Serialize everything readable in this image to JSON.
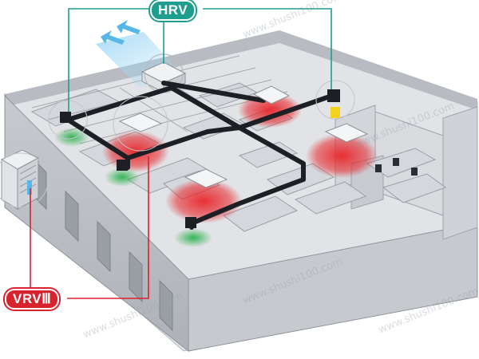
{
  "labels": {
    "hrv": "HRV",
    "vrv": "VRVⅢ"
  },
  "watermarks": [
    "www.shushi100.com",
    "www.shushi100.com",
    "www.shushi100.com",
    "www.shushi100.com",
    "www.shushi100.com"
  ],
  "colors": {
    "hrv_accent": "#1f9e8d",
    "vrv_accent": "#d8232f",
    "exhaust_air": "#e8262b",
    "supply_air": "#2bb24c",
    "fresh_air": "#57b8e8",
    "filter_yellow": "#f2d21a",
    "duct": "#1d1f24",
    "wall": "#c9ccd1",
    "floor": "#e4e6e9"
  },
  "icons": {
    "fresh_air_arrows": "double-arrow-icon",
    "outdoor_unit": "outdoor-ac-unit-icon",
    "ceiling_unit": "ceiling-cassette-icon"
  }
}
